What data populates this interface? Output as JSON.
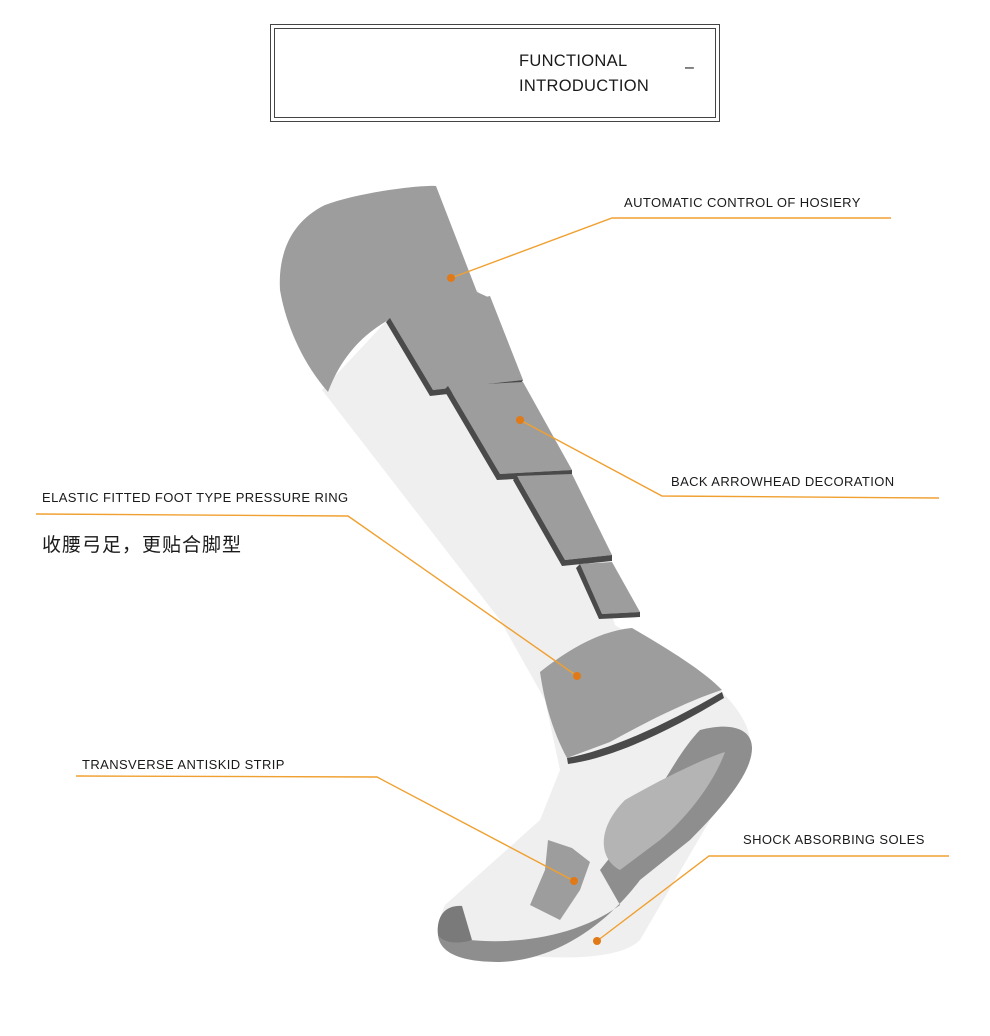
{
  "title": {
    "line1": "FUNCTIONAL",
    "line2": "INTRODUCTION",
    "mark": "–"
  },
  "callouts": {
    "automatic_control": "AUTOMATIC CONTROL OF HOSIERY",
    "back_arrowhead": "BACK ARROWHEAD DECORATION",
    "elastic_ring": "ELASTIC FITTED FOOT TYPE PRESSURE RING",
    "elastic_ring_sub": "收腰弓足，更贴合脚型",
    "antiskid_strip": "TRANSVERSE ANTISKID STRIP",
    "shock_soles": "SHOCK ABSORBING SOLES"
  },
  "colors": {
    "leader": "#f0a030",
    "dot": "#e07a18",
    "panel": "#9d9d9d",
    "panel_dark": "#4a4a4a",
    "sock_body": "#efefef",
    "sole": "#8e8e8e"
  }
}
